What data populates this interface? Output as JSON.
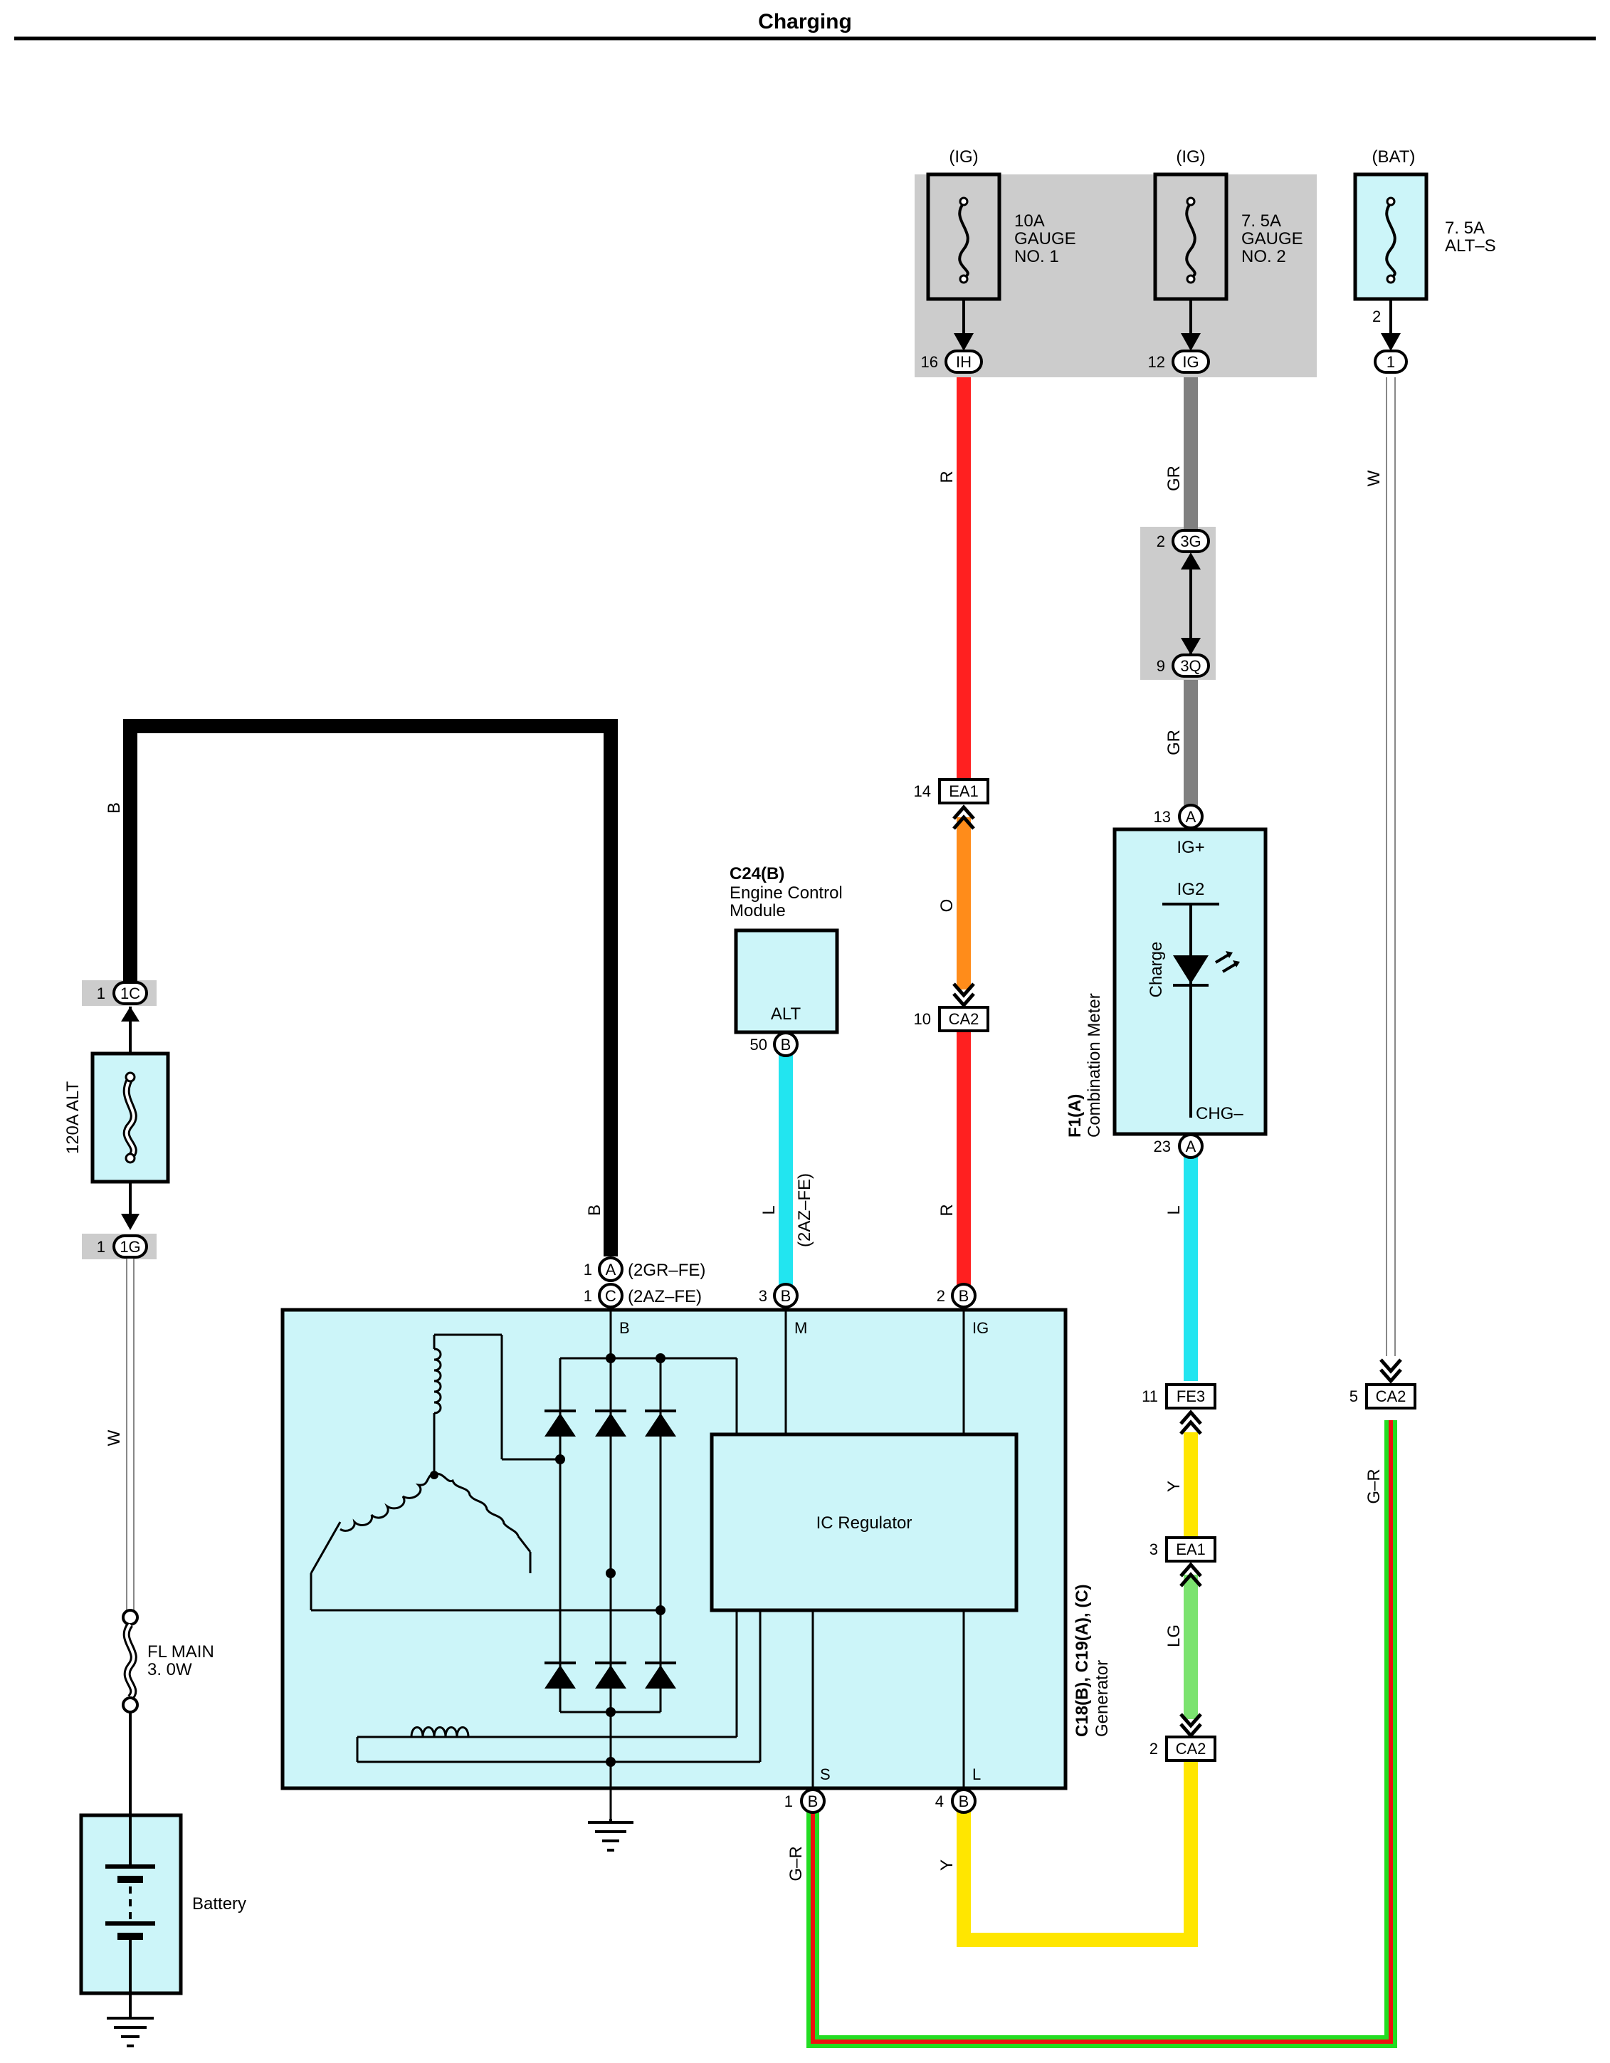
{
  "title": "Charging",
  "power_sources": [
    {
      "id": "ig1",
      "tag": "(IG)",
      "rating": "10A",
      "name_l1": "GAUGE",
      "name_l2": "NO. 1",
      "pin": "16",
      "connector": "IH"
    },
    {
      "id": "ig2",
      "tag": "(IG)",
      "rating": "7. 5A",
      "name_l1": "GAUGE",
      "name_l2": "NO. 2",
      "pin": "12",
      "connector": "IG"
    },
    {
      "id": "bat",
      "tag": "(BAT)",
      "rating": "7. 5A",
      "name_l1": "ALT–S",
      "pin_top": "2",
      "connector": "1"
    }
  ],
  "wire_colors": {
    "B": "#000000",
    "R": "#ff2020",
    "GR": "#808080",
    "W": "#ffffff",
    "O": "#ff8c1a",
    "L": "#22e5f0",
    "Y": "#ffe600",
    "LG": "#7be36f",
    "G_green": "#22dd22",
    "G_red": "#ee1111",
    "module_fill": "#ccf5f9",
    "shade": "#cccccc"
  },
  "wire_labels": {
    "b_main": "B",
    "b_gen": "B",
    "w_main": "W",
    "r_top": "R",
    "o_mid": "O",
    "r_bot": "R",
    "gr_top": "GR",
    "gr_bot": "GR",
    "w_bat": "W",
    "l_ecm": "L",
    "l_ecm_note": "(2AZ–FE)",
    "l_meter": "L",
    "y_fe3": "Y",
    "lg": "LG",
    "y_bottom": "Y",
    "gr_gen": "G–R",
    "gr_bat": "G–R"
  },
  "fusible_links": {
    "alt": {
      "label": "120A ALT",
      "top_pin": "1",
      "top_conn": "1C",
      "bot_pin": "1",
      "bot_conn": "1G"
    },
    "fl_main": {
      "label_l1": "FL MAIN",
      "label_l2": "3. 0W"
    }
  },
  "battery": {
    "label": "Battery"
  },
  "junctions": {
    "j3g": {
      "pin": "2",
      "conn": "3G"
    },
    "j3q": {
      "pin": "9",
      "conn": "3Q"
    },
    "ea1_top": {
      "pin": "14",
      "conn": "EA1"
    },
    "ca2_10": {
      "pin": "10",
      "conn": "CA2"
    },
    "fe3": {
      "pin": "11",
      "conn": "FE3"
    },
    "ea1_3": {
      "pin": "3",
      "conn": "EA1"
    },
    "ca2_2": {
      "pin": "2",
      "conn": "CA2"
    },
    "ca2_5": {
      "pin": "5",
      "conn": "CA2"
    }
  },
  "ecm": {
    "code": "C24(B)",
    "name_l1": "Engine Control",
    "name_l2": "Module",
    "terminal": "ALT",
    "pin": "50",
    "conn": "B"
  },
  "meter": {
    "code": "F1(A)",
    "name": "Combination Meter",
    "top_pin": "13",
    "top_conn": "A",
    "top_label": "IG+",
    "ig2": "IG2",
    "charge": "Charge",
    "bot_pin": "23",
    "bot_conn": "A",
    "bot_label": "CHG–"
  },
  "generator": {
    "code": "C18(B), C19(A), (C)",
    "name": "Generator",
    "regulator": "IC Regulator",
    "pins": {
      "a": {
        "pin": "1",
        "conn": "A",
        "note": "(2GR–FE)"
      },
      "c": {
        "pin": "1",
        "conn": "C",
        "note": "(2AZ–FE)"
      },
      "m": {
        "pin": "3",
        "conn": "B"
      },
      "ig": {
        "pin": "2",
        "conn": "B"
      },
      "s": {
        "pin": "1",
        "conn": "B"
      },
      "l": {
        "pin": "4",
        "conn": "B"
      }
    },
    "terminals": {
      "b": "B",
      "m": "M",
      "ig": "IG",
      "s": "S",
      "l": "L"
    }
  }
}
